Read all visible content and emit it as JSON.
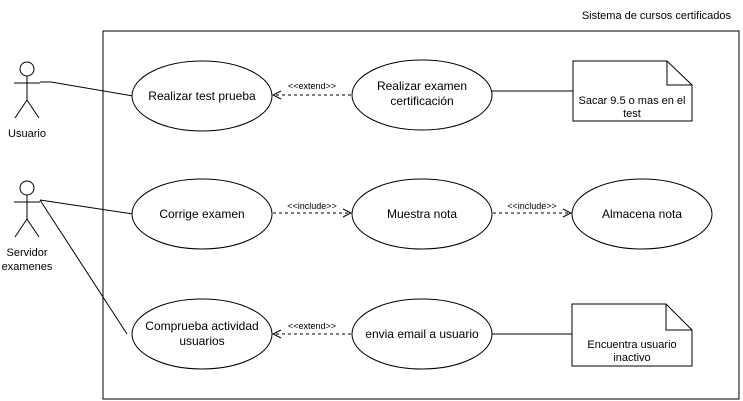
{
  "system": {
    "title": "Sistema  de cursos certificados"
  },
  "actors": {
    "usuario": {
      "label": "Usuario"
    },
    "servidor": {
      "line1": "Servidor",
      "line2": "examenes"
    }
  },
  "use_cases": {
    "test_prueba": {
      "line1": "Realizar test prueba"
    },
    "examen_cert": {
      "line1": "Realizar examen",
      "line2": "certificación"
    },
    "corrige": {
      "line1": "Corrige examen"
    },
    "muestra": {
      "line1": "Muestra nota"
    },
    "almacena": {
      "line1": "Almacena nota"
    },
    "comprueba": {
      "line1": "Comprueba actividad",
      "line2": "usuarios"
    },
    "email": {
      "line1": "envia email a usuario"
    }
  },
  "notes": {
    "sacar": {
      "line1": "Sacar 9.5 o mas en el",
      "line2": "test"
    },
    "inactivo": {
      "line1": "Encuentra usuario",
      "line2": "inactivo"
    }
  },
  "relations": {
    "extend_1": "<<extend>>",
    "include_1": "<<include>>",
    "include_2": "<<include>>",
    "extend_2": "<<extend>>"
  }
}
